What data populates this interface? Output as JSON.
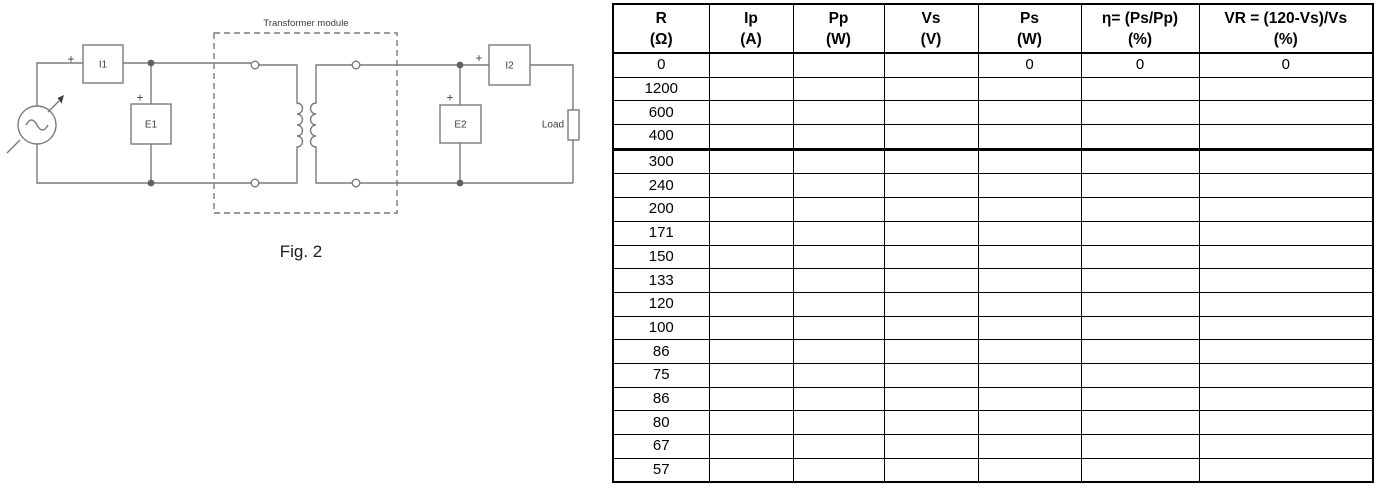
{
  "figure": {
    "caption": "Fig. 2",
    "transformer_label": "Transformer module",
    "labels": {
      "i1": "I1",
      "e1": "E1",
      "i2": "I2",
      "e2": "E2",
      "load": "Load"
    },
    "plus": "+"
  },
  "table": {
    "columns": [
      {
        "label": "R",
        "unit": "(Ω)"
      },
      {
        "label": "Ip",
        "unit": "(A)"
      },
      {
        "label": "Pp",
        "unit": "(W)"
      },
      {
        "label": "Vs",
        "unit": "(V)"
      },
      {
        "label": "Ps",
        "unit": "(W)"
      },
      {
        "label": "η= (Ps/Pp)",
        "unit": "(%)"
      },
      {
        "label": "VR = (120-Vs)/Vs",
        "unit": "(%)"
      }
    ],
    "rows": [
      [
        "0",
        "",
        "",
        "",
        "0",
        "0",
        "0"
      ],
      [
        "1200",
        "",
        "",
        "",
        "",
        "",
        ""
      ],
      [
        "600",
        "",
        "",
        "",
        "",
        "",
        ""
      ],
      [
        "400",
        "",
        "",
        "",
        "",
        "",
        ""
      ],
      [
        "300",
        "",
        "",
        "",
        "",
        "",
        ""
      ],
      [
        "240",
        "",
        "",
        "",
        "",
        "",
        ""
      ],
      [
        "200",
        "",
        "",
        "",
        "",
        "",
        ""
      ],
      [
        "171",
        "",
        "",
        "",
        "",
        "",
        ""
      ],
      [
        "150",
        "",
        "",
        "",
        "",
        "",
        ""
      ],
      [
        "133",
        "",
        "",
        "",
        "",
        "",
        ""
      ],
      [
        "120",
        "",
        "",
        "",
        "",
        "",
        ""
      ],
      [
        "100",
        "",
        "",
        "",
        "",
        "",
        ""
      ],
      [
        "86",
        "",
        "",
        "",
        "",
        "",
        ""
      ],
      [
        "75",
        "",
        "",
        "",
        "",
        "",
        ""
      ],
      [
        "86",
        "",
        "",
        "",
        "",
        "",
        ""
      ],
      [
        "80",
        "",
        "",
        "",
        "",
        "",
        ""
      ],
      [
        "67",
        "",
        "",
        "",
        "",
        "",
        ""
      ],
      [
        "57",
        "",
        "",
        "",
        "",
        "",
        ""
      ]
    ]
  },
  "colors": {
    "table_border": "#000000",
    "circuit_stroke": "#7a7a7a",
    "circuit_text": "#3c3c3c"
  }
}
